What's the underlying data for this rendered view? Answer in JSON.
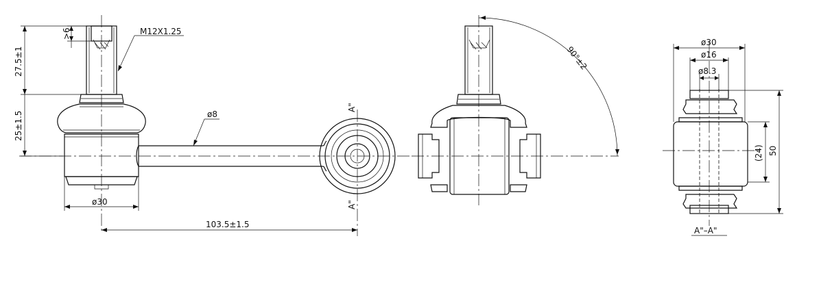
{
  "labels": {
    "thread": "M12X1.25",
    "gt6": ">6",
    "dim_27_5": "27.5±1",
    "dim_25": "25±1.5",
    "dia8": "ø8",
    "dia30_left": "ø30",
    "dim_103_5": "103.5±1.5",
    "section_top": "A\"",
    "section_bottom": "A\"",
    "angle": "90°±2",
    "dia30_right": "ø30",
    "dia16": "ø16",
    "dia8_3": "ø8.3",
    "dim_24": "(24)",
    "dim_50": "50",
    "section_title": "A\"–A\""
  }
}
